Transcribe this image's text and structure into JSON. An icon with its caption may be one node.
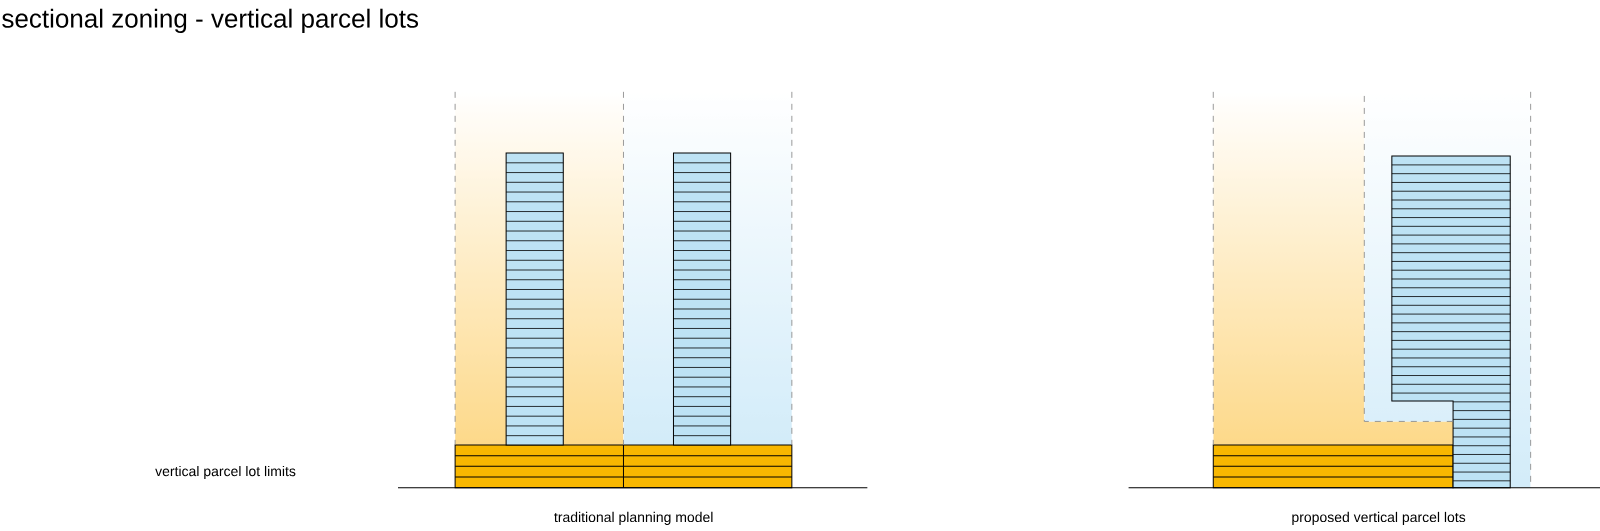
{
  "diagram": {
    "title": "sectional zoning - vertical parcel lots",
    "labels": [
      "vertical parcel lot limits",
      "traditional planning model",
      "proposed vertical parcel lots"
    ]
  }
}
